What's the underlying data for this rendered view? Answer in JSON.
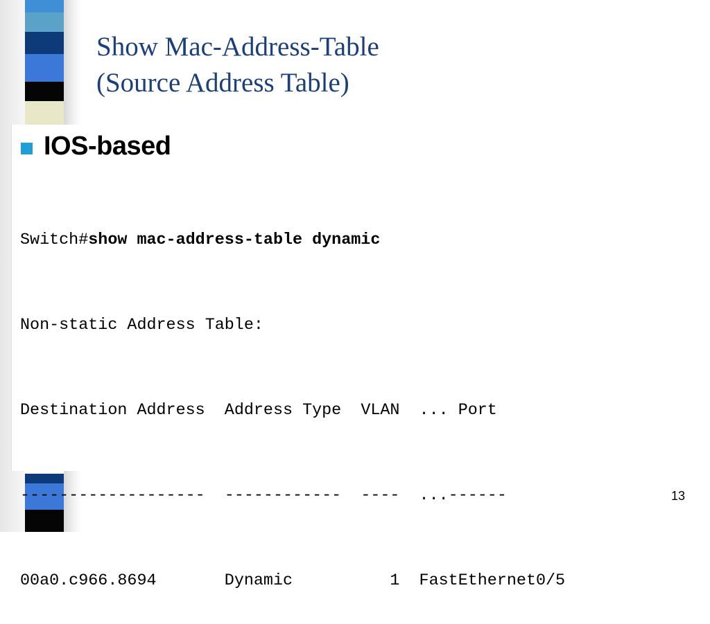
{
  "slide": {
    "title_line1": "Show Mac-Address-Table",
    "title_line2": "(Source Address Table)",
    "bullet": "IOS-based",
    "page_number": "13"
  },
  "terminal": {
    "prompt": "Switch#",
    "command": "show mac-address-table dynamic",
    "header_line": "Non-static Address Table:",
    "columns": [
      "Destination Address",
      "Address Type",
      "VLAN",
      "... Port"
    ],
    "separators": [
      "-------------------",
      "------------",
      "----",
      "...------"
    ],
    "rows": [
      {
        "address": "00a0.c966.8694",
        "type": "Dynamic",
        "vlan": "1",
        "port": "FastEthernet0/5"
      }
    ]
  },
  "colors": {
    "title": "#1a3f7a",
    "bullet": "#1e9fd8"
  }
}
